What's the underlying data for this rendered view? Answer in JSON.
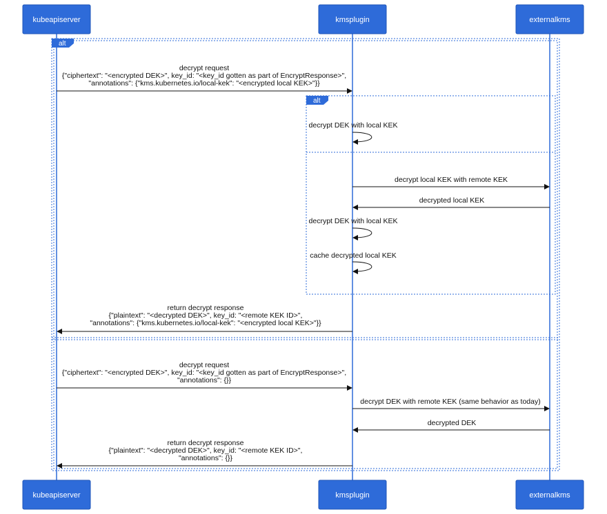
{
  "actors": [
    {
      "id": "kubeapiserver",
      "label": "kubeapiserver"
    },
    {
      "id": "kmsplugin",
      "label": "kmsplugin"
    },
    {
      "id": "externalkms",
      "label": "externalkms"
    }
  ],
  "frames": {
    "outer_label": "alt",
    "inner_label": "alt"
  },
  "messages": [
    {
      "id": "m1",
      "from": "kubeapiserver",
      "to": "kmsplugin",
      "lines": [
        "decrypt request",
        "{\"ciphertext\": \"<encrypted DEK>\", key_id: \"<key_id gotten as part of EncryptResponse>\",",
        "\"annotations\": {\"kms.kubernetes.io/local-kek\": \"<encrypted local KEK>\"}}"
      ]
    },
    {
      "id": "m2",
      "from": "kmsplugin",
      "to": "kmsplugin",
      "lines": [
        "decrypt DEK with local KEK"
      ]
    },
    {
      "id": "m3",
      "from": "kmsplugin",
      "to": "externalkms",
      "lines": [
        "decrypt local KEK with remote KEK"
      ]
    },
    {
      "id": "m4",
      "from": "externalkms",
      "to": "kmsplugin",
      "lines": [
        "decrypted local KEK"
      ]
    },
    {
      "id": "m5",
      "from": "kmsplugin",
      "to": "kmsplugin",
      "lines": [
        "decrypt DEK with local KEK"
      ]
    },
    {
      "id": "m6",
      "from": "kmsplugin",
      "to": "kmsplugin",
      "lines": [
        "cache decrypted local KEK"
      ]
    },
    {
      "id": "m7",
      "from": "kmsplugin",
      "to": "kubeapiserver",
      "lines": [
        "return decrypt response",
        "{\"plaintext\": \"<decrypted DEK>\", key_id: \"<remote KEK ID>\",",
        "\"annotations\": {\"kms.kubernetes.io/local-kek\": \"<encrypted local KEK>\"}}"
      ]
    },
    {
      "id": "m8",
      "from": "kubeapiserver",
      "to": "kmsplugin",
      "lines": [
        "decrypt request",
        "{\"ciphertext\": \"<encrypted DEK>\", key_id: \"<key_id gotten as part of EncryptResponse>\",",
        "\"annotations\": {}}"
      ]
    },
    {
      "id": "m9",
      "from": "kmsplugin",
      "to": "externalkms",
      "lines": [
        "decrypt DEK with remote KEK (same behavior as today)"
      ]
    },
    {
      "id": "m10",
      "from": "externalkms",
      "to": "kmsplugin",
      "lines": [
        "decrypted DEK"
      ]
    },
    {
      "id": "m11",
      "from": "kmsplugin",
      "to": "kubeapiserver",
      "lines": [
        "return decrypt response",
        "{\"plaintext\": \"<decrypted DEK>\", key_id: \"<remote KEK ID>\",",
        "\"annotations\": {}}"
      ]
    }
  ],
  "colors": {
    "actor_fill": "#2e6bd9",
    "lifeline": "#2e6bd9",
    "frame": "#2e6bd9",
    "message": "#111111"
  }
}
